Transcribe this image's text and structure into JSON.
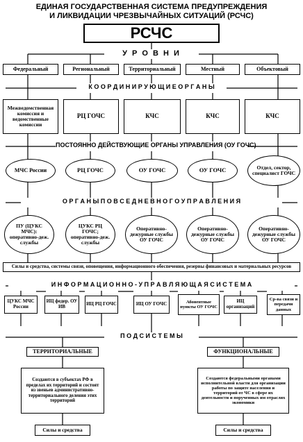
{
  "title": {
    "line1": "ЕДИНАЯ ГОСУДАРСТВЕННАЯ СИСТЕМА ПРЕДУПРЕЖДЕНИЯ",
    "line2": "И ЛИКВИДАЦИИ ЧРЕЗВЫЧАЙНЫХ СИТУАЦИЙ (РСЧС)"
  },
  "root": "РСЧС",
  "levels": {
    "header": "У Р О В Н И",
    "items": [
      "Федеральный",
      "Региональный",
      "Территориальный",
      "Местный",
      "Объектовый"
    ]
  },
  "coordinating": {
    "header": "К О О Р Д И Н И Р У Ю Щ И Е   О Р Г А Н Ы",
    "items": [
      "Межведомственная комиссия и ведомственные комиссии",
      "РЦ ГОЧС",
      "КЧС",
      "КЧС",
      "КЧС"
    ]
  },
  "permanent": {
    "header": "ПОСТОЯННО ДЕЙСТВУЮЩИЕ ОРГАНЫ УПРАВЛЕНИЯ (ОУ ГОЧС)",
    "items": [
      "МЧС России",
      "РЦ ГОЧС",
      "ОУ ГОЧС",
      "ОУ ГОЧС",
      "Отдел, сектор, специалист ГОЧС"
    ]
  },
  "daily": {
    "header": "О Р Г А Н Ы   П О В С Е Д Н Е В Н О Г О   У П Р А В Л Е Н И Я",
    "items": [
      "ПУ (ЦУКС МЧС): оперативно-деж. службы",
      "ЦУКС РЦ ГОЧС; оперативно-деж. службы",
      "Оперативно-дежурные службы ОУ ГОЧС",
      "Оперативно-дежурные службы ОУ ГОЧС",
      "Оперативно-дежурные службы ОУ ГОЧС"
    ]
  },
  "forces_bar": "Силы и средства, системы связи, оповещения, информационного обеспечения, резервы финансовых и материальных ресурсов",
  "info_system": {
    "header": "И Н Ф О Р М А Ц И О Н Н О - У П Р А В Л Я Ю Щ А Я   С И С Т Е М А",
    "items": [
      "ЦУКС МЧС России",
      "ИЦ федер. ОУ ИВ",
      "ИЦ РЦ ГОЧС",
      "ИЦ ОУ ГОЧС",
      "Абонентные пункты ОУ ГОЧС",
      "ИЦ организаций",
      "Ср-ва связи и передачи данных"
    ]
  },
  "subsystems": {
    "header": "П О Д С И С Т Е М Ы",
    "territorial": {
      "title": "ТЕРРИТОРИАЛЬНЫЕ",
      "description": "Создаются в субъектах РФ в пределах их территорий и состоят из звеньев административно-территориального деления этих территорий",
      "forces": "Силы и средства"
    },
    "functional": {
      "title": "ФУНКЦИОНАЛЬНЫЕ",
      "description": "Создаются федеральными органами исполнительной власти для организации работы по защите населения и территорий от ЧС в сфере их деятельности и порученных им отраслях экономики",
      "forces": "Силы и средства"
    }
  }
}
